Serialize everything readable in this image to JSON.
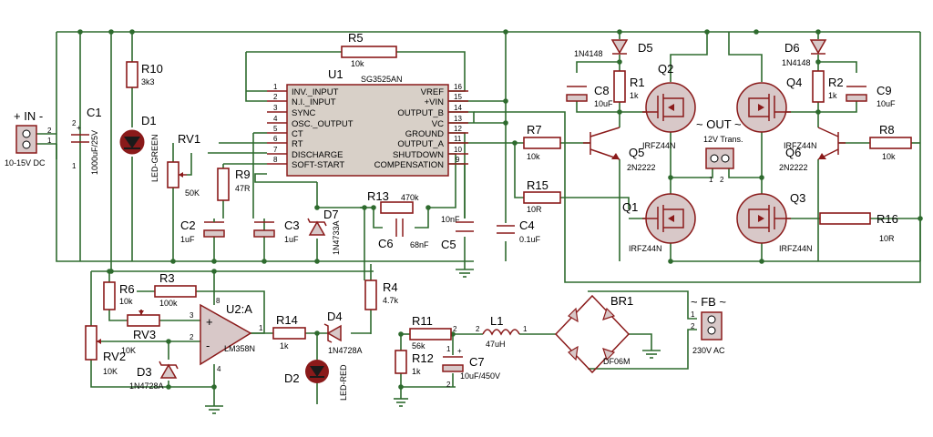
{
  "connectors": {
    "in": {
      "title": "+ IN -",
      "desc": "10-15V DC",
      "p2": "2",
      "p1": "1"
    },
    "out": {
      "title": "~ OUT ~",
      "desc": "12V Trans.",
      "p1": "1",
      "p2": "2"
    },
    "fb": {
      "title": "~ FB ~",
      "desc": "230V AC",
      "p1": "1",
      "p2": "2"
    }
  },
  "ic_u1": {
    "ref": "U1",
    "part": "SG3525AN",
    "left_pins": [
      {
        "num": "1",
        "name": "INV._INPUT"
      },
      {
        "num": "2",
        "name": "N.I._INPUT"
      },
      {
        "num": "3",
        "name": "SYNC"
      },
      {
        "num": "4",
        "name": "OSC._OUTPUT"
      },
      {
        "num": "5",
        "name": "CT"
      },
      {
        "num": "6",
        "name": "RT"
      },
      {
        "num": "7",
        "name": "DISCHARGE"
      },
      {
        "num": "8",
        "name": "SOFT-START"
      }
    ],
    "right_pins": [
      {
        "num": "16",
        "name": "VREF"
      },
      {
        "num": "15",
        "name": "+VIN"
      },
      {
        "num": "14",
        "name": "OUTPUT_B"
      },
      {
        "num": "13",
        "name": "VC"
      },
      {
        "num": "12",
        "name": "GROUND"
      },
      {
        "num": "11",
        "name": "OUTPUT_A"
      },
      {
        "num": "10",
        "name": "SHUTDOWN"
      },
      {
        "num": "9",
        "name": "COMPENSATION"
      }
    ]
  },
  "u2": {
    "ref": "U2:A",
    "part": "LM358N",
    "p8": "8",
    "p3": "3",
    "p2": "2",
    "p1": "1",
    "p4": "4",
    "plus": "+",
    "minus": "-"
  },
  "resistors": {
    "r1": {
      "ref": "R1",
      "val": "1k"
    },
    "r2": {
      "ref": "R2",
      "val": "1k"
    },
    "r3": {
      "ref": "R3",
      "val": "100k"
    },
    "r4": {
      "ref": "R4",
      "val": "4.7k"
    },
    "r5": {
      "ref": "R5",
      "val": "10k"
    },
    "r6": {
      "ref": "R6",
      "val": "10k"
    },
    "r7": {
      "ref": "R7",
      "val": "10k"
    },
    "r8": {
      "ref": "R8",
      "val": "10k"
    },
    "r9": {
      "ref": "R9",
      "val": "47R"
    },
    "r10": {
      "ref": "R10",
      "val": "3k3"
    },
    "r11": {
      "ref": "R11",
      "val": "56k"
    },
    "r12": {
      "ref": "R12",
      "val": "1k"
    },
    "r13": {
      "ref": "R13",
      "val": "470k"
    },
    "r14": {
      "ref": "R14",
      "val": "1k"
    },
    "r15": {
      "ref": "R15",
      "val": "10R"
    },
    "r16": {
      "ref": "R16",
      "val": "10R"
    }
  },
  "pots": {
    "rv1": {
      "ref": "RV1",
      "val": "50K"
    },
    "rv2": {
      "ref": "RV2",
      "val": "10K"
    },
    "rv3": {
      "ref": "RV3",
      "val": "10K"
    }
  },
  "caps": {
    "c1": {
      "ref": "C1",
      "val": "1000uF/25V",
      "p2": "2",
      "p1": "1"
    },
    "c2": {
      "ref": "C2",
      "val": "1uF"
    },
    "c3": {
      "ref": "C3",
      "val": "1uF"
    },
    "c4": {
      "ref": "C4",
      "val": "0.1uF"
    },
    "c5": {
      "ref": "C5",
      "val": "10nF"
    },
    "c6": {
      "ref": "C6",
      "val": "68nF"
    },
    "c7": {
      "ref": "C7",
      "val": "10uF/450V",
      "p1": "1",
      "p2": "2"
    },
    "c8": {
      "ref": "C8",
      "val": "10uF"
    },
    "c9": {
      "ref": "C9",
      "val": "10uF"
    }
  },
  "diodes": {
    "d1": {
      "ref": "D1",
      "val": "LED-GREEN"
    },
    "d2": {
      "ref": "D2",
      "val": "LED-RED"
    },
    "d3": {
      "ref": "D3",
      "val": "1N4728A"
    },
    "d4": {
      "ref": "D4",
      "val": "1N4728A"
    },
    "d5": {
      "ref": "D5",
      "val": "1N4148"
    },
    "d6": {
      "ref": "D6",
      "val": "1N4148"
    },
    "d7": {
      "ref": "D7",
      "val": "1N4733A"
    }
  },
  "transistors": {
    "q1": {
      "ref": "Q1",
      "val": "IRFZ44N"
    },
    "q2": {
      "ref": "Q2",
      "val": "IRFZ44N"
    },
    "q3": {
      "ref": "Q3",
      "val": "IRFZ44N"
    },
    "q4": {
      "ref": "Q4",
      "val": "IRFZ44N"
    },
    "q5": {
      "ref": "Q5",
      "val": "2N2222"
    },
    "q6": {
      "ref": "Q6",
      "val": "2N2222"
    }
  },
  "inductor": {
    "ref": "L1",
    "val": "47uH",
    "p1": "1",
    "p2": "2"
  },
  "bridge": {
    "ref": "BR1",
    "val": "DF06M"
  },
  "r11_pin": "1",
  "r11_pin2": "2"
}
